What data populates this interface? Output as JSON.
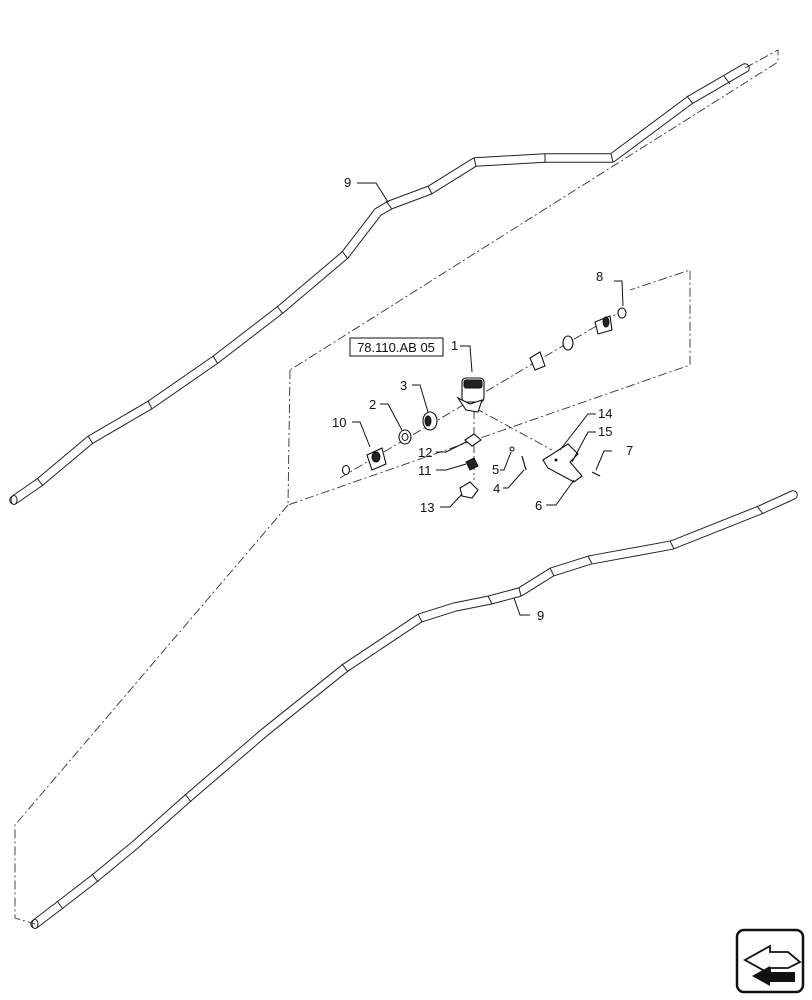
{
  "reference_box": {
    "label": "78.110.AB 05"
  },
  "callouts": {
    "c1": "1",
    "c2": "2",
    "c3": "3",
    "c4": "4",
    "c5": "5",
    "c6": "6",
    "c7": "7",
    "c8": "8",
    "c9_upper": "9",
    "c9_lower": "9",
    "c10": "10",
    "c11": "11",
    "c12": "12",
    "c13": "13",
    "c14": "14",
    "c15": "15"
  },
  "nav_icon": {
    "name": "next-page-arrow-icon"
  }
}
